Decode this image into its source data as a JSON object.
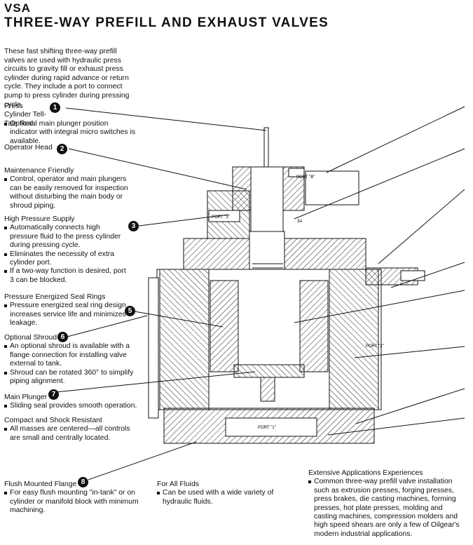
{
  "brand": "VSA",
  "title": "THREE-WAY PREFILL AND EXHAUST VALVES",
  "intro": "These fast shifting three-way prefill valves are used with hydraulic press circuits to gravity fill or exhaust press cylinder during rapid advance or return cycle. They include a port to connect pump to press cylinder during pressing cycle.",
  "features": [
    {
      "heading": "Press Cylinder Tell-Tale Rod",
      "number": "1",
      "bullets": [
        "Optional main plunger position indicator with integral micro switches is available."
      ]
    },
    {
      "heading": "Operator Head",
      "number": "2",
      "bullets": []
    },
    {
      "heading": "Maintenance Friendly",
      "number": "",
      "bullets": [
        "Control, operator and main plungers can be easily removed for inspection without disturbing the main body or shroud piping."
      ]
    },
    {
      "heading": "High Pressure Supply",
      "number": "3",
      "bullets": [
        "Automatically connects high pressure fluid to the press cylinder during pressing cycle.",
        "Eliminates the necessity of extra cylinder port.",
        "If a two-way function is desired, port 3 can be blocked."
      ]
    },
    {
      "heading": "Pressure Energized Seal Rings",
      "number": "5",
      "bullets": [
        "Pressure energized seal ring design increases service life and minimizes leakage."
      ]
    },
    {
      "heading": "Optional Shroud",
      "number": "6",
      "bullets": [
        "An optional shroud is available with a flange connection for installing valve external to tank.",
        "Shroud can be rotated 360° to simplify piping alignment."
      ]
    },
    {
      "heading": "Main Plunger",
      "number": "7",
      "bullets": [
        "Sliding seal provides smooth operation."
      ]
    },
    {
      "heading": "Compact and Shock Resistant",
      "number": "",
      "bullets": [
        "All masses are centered—all controls are small and centrally located."
      ]
    },
    {
      "heading": "Flush Mounted Flange",
      "number": "8",
      "bullets": [
        "For easy flush mounting \"in-tank\" or on cylinder or manifold block with minimum machining."
      ]
    },
    {
      "heading": "For All Fluids",
      "number": "",
      "bullets": [
        "Can be used with a wide variety of hydraulic fluids."
      ]
    },
    {
      "heading": "Extensive Applications Experiences",
      "number": "",
      "bullets": [
        "Common three-way prefill valve installation such as extrusion presses, forging presses, press brakes, die casting machines, forming presses, hot plate presses, molding and casting machines, compression molders and high speed shears are only a few of Oilgear's modern industrial applications."
      ]
    }
  ],
  "diagram_labels": {
    "port_b": "PORT \"B\"",
    "port_3": "PORT \"3\"",
    "port_3a": "3A",
    "port_2": "PORT \"2\"",
    "port_1": "PORT \"1\""
  }
}
